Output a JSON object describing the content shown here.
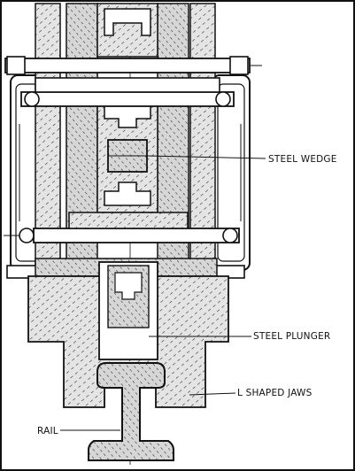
{
  "labels": {
    "steel_wedge": "STEEL WEDGE",
    "steel_plunger": "STEEL PLUNGER",
    "l_shaped_jaws": "L SHAPED JAWS",
    "rail": "RAIL"
  },
  "colors": {
    "ink": "#111111",
    "hatch_fill": "#d9d9d9",
    "paper": "#ffffff"
  }
}
